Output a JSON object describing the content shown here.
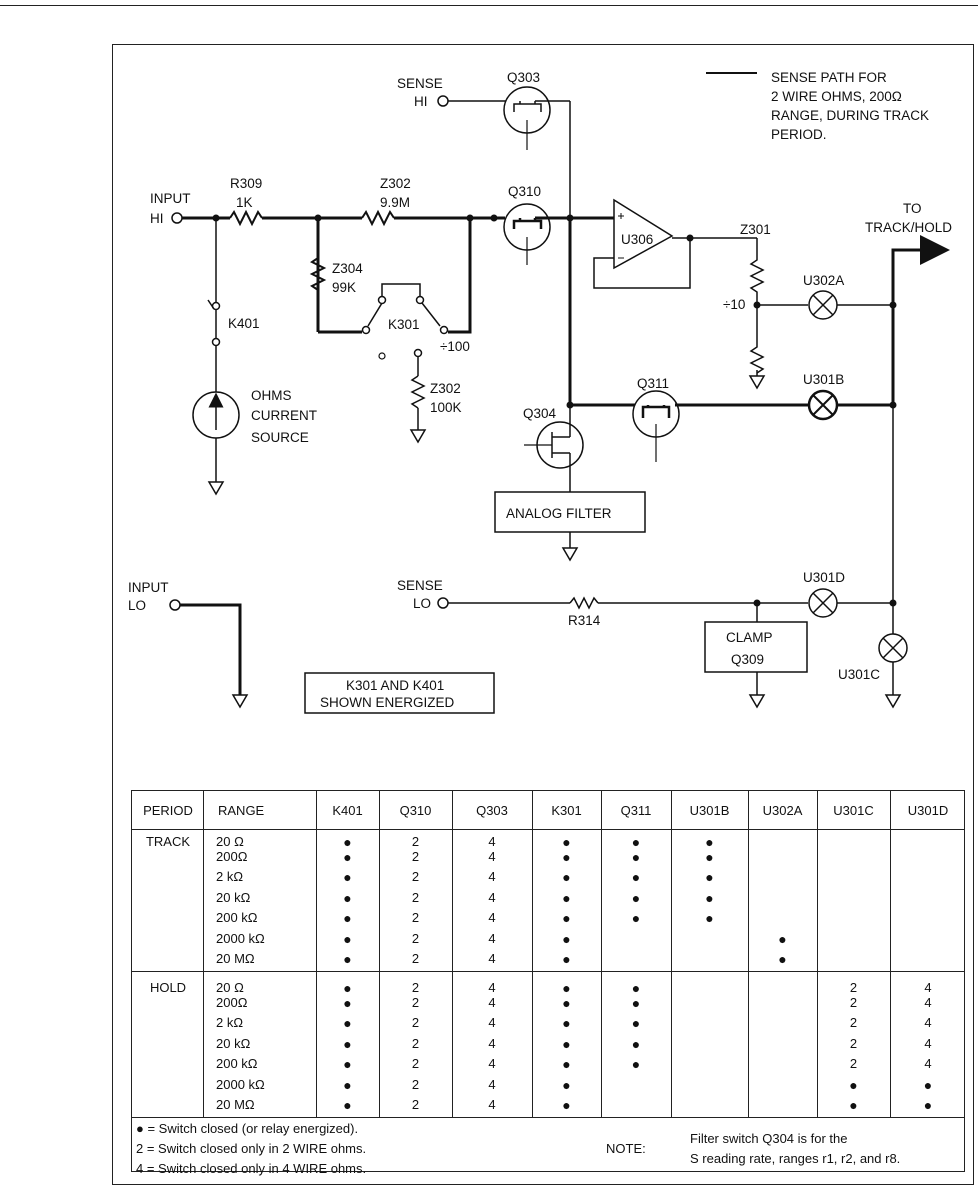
{
  "schematic": {
    "legend_text": [
      "SENSE PATH FOR",
      "2 WIRE OHMS, 200Ω",
      "RANGE, DURING TRACK",
      "PERIOD."
    ],
    "labels": {
      "sense_hi": [
        "SENSE",
        "HI"
      ],
      "q303": "Q303",
      "input_hi": [
        "INPUT",
        "HI"
      ],
      "r309": [
        "R309",
        "1K"
      ],
      "z302_top": [
        "Z302",
        "9.9M"
      ],
      "q310": "Q310",
      "u306": "U306",
      "z301": "Z301",
      "to_track_hold": [
        "TO",
        "TRACK/HOLD"
      ],
      "div10": "÷10",
      "u302a": "U302A",
      "z304": [
        "Z304",
        "99K"
      ],
      "k401": "K401",
      "k301": "K301",
      "div100": "÷100",
      "z302_bot": [
        "Z302",
        "100K"
      ],
      "ohms_source": [
        "OHMS",
        "CURRENT",
        "SOURCE"
      ],
      "q304": "Q304",
      "q311": "Q311",
      "u301b": "U301B",
      "analog_filter": "ANALOG FILTER",
      "input_lo": [
        "INPUT",
        "LO"
      ],
      "sense_lo": [
        "SENSE",
        "LO"
      ],
      "r314": "R314",
      "u301d": "U301D",
      "clamp": [
        "CLAMP",
        "Q309"
      ],
      "u301c": "U301C",
      "energized_note": [
        "K301 AND K401",
        "SHOWN ENERGIZED"
      ]
    }
  },
  "table": {
    "columns": [
      "PERIOD",
      "RANGE",
      "K401",
      "Q310",
      "Q303",
      "K301",
      "Q311",
      "U301B",
      "U302A",
      "U301C",
      "U301D"
    ],
    "groups": [
      {
        "period": "TRACK",
        "rows": [
          {
            "range": "20 Ω",
            "cells": [
              "●",
              "2",
              "4",
              "●",
              "●",
              "●",
              "",
              "",
              ""
            ]
          },
          {
            "range": "200Ω",
            "cells": [
              "●",
              "2",
              "4",
              "●",
              "●",
              "●",
              "",
              "",
              ""
            ]
          },
          {
            "range": "2 kΩ",
            "cells": [
              "●",
              "2",
              "4",
              "●",
              "●",
              "●",
              "",
              "",
              ""
            ]
          },
          {
            "range": "20 kΩ",
            "cells": [
              "●",
              "2",
              "4",
              "●",
              "●",
              "●",
              "",
              "",
              ""
            ]
          },
          {
            "range": "200 kΩ",
            "cells": [
              "●",
              "2",
              "4",
              "●",
              "●",
              "●",
              "",
              "",
              ""
            ]
          },
          {
            "range": "2000 kΩ",
            "cells": [
              "●",
              "2",
              "4",
              "●",
              "",
              "",
              "●",
              "",
              ""
            ]
          },
          {
            "range": "20 MΩ",
            "cells": [
              "●",
              "2",
              "4",
              "●",
              "",
              "",
              "●",
              "",
              ""
            ]
          }
        ]
      },
      {
        "period": "HOLD",
        "rows": [
          {
            "range": "20 Ω",
            "cells": [
              "●",
              "2",
              "4",
              "●",
              "●",
              "",
              "",
              "2",
              "4"
            ]
          },
          {
            "range": "200Ω",
            "cells": [
              "●",
              "2",
              "4",
              "●",
              "●",
              "",
              "",
              "2",
              "4"
            ]
          },
          {
            "range": "2 kΩ",
            "cells": [
              "●",
              "2",
              "4",
              "●",
              "●",
              "",
              "",
              "2",
              "4"
            ]
          },
          {
            "range": "20 kΩ",
            "cells": [
              "●",
              "2",
              "4",
              "●",
              "●",
              "",
              "",
              "2",
              "4"
            ]
          },
          {
            "range": "200 kΩ",
            "cells": [
              "●",
              "2",
              "4",
              "●",
              "●",
              "",
              "",
              "2",
              "4"
            ]
          },
          {
            "range": "2000 kΩ",
            "cells": [
              "●",
              "2",
              "4",
              "●",
              "",
              "",
              "",
              "●",
              "●"
            ]
          },
          {
            "range": "20 MΩ",
            "cells": [
              "●",
              "2",
              "4",
              "●",
              "",
              "",
              "",
              "●",
              "●"
            ]
          }
        ]
      }
    ],
    "footnotes": [
      "● = Switch closed (or relay energized).",
      "2 = Switch closed only in 2 WIRE ohms.",
      "4 = Switch closed only in 4 WIRE ohms."
    ],
    "note_label": "NOTE:",
    "note_text": [
      "Filter switch Q304 is for the",
      "S reading rate, ranges r1, r2, and r8."
    ]
  }
}
